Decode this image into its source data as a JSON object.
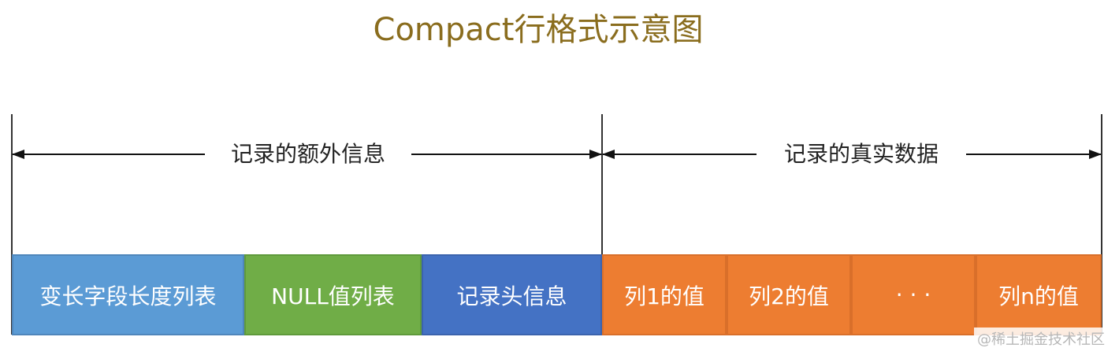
{
  "title": "Compact行格式示意图",
  "spans": {
    "extra_info": "记录的额外信息",
    "real_data": "记录的真实数据"
  },
  "cells": [
    {
      "label": "变长字段长度列表",
      "fill": "#5b9bd5",
      "stroke": "#4f86bb"
    },
    {
      "label": "NULL值列表",
      "fill": "#70ad47",
      "stroke": "#5f9a3b"
    },
    {
      "label": "记录头信息",
      "fill": "#4472c4",
      "stroke": "#3b63ad"
    },
    {
      "label": "列1的值",
      "fill": "#ed7d31",
      "stroke": "#d96f2a"
    },
    {
      "label": "列2的值",
      "fill": "#ed7d31",
      "stroke": "#d96f2a"
    },
    {
      "label": "· · ·",
      "fill": "#ed7d31",
      "stroke": "#d96f2a"
    },
    {
      "label": "列n的值",
      "fill": "#ed7d31",
      "stroke": "#d96f2a"
    }
  ],
  "watermark": "@稀土掘金技术社区"
}
